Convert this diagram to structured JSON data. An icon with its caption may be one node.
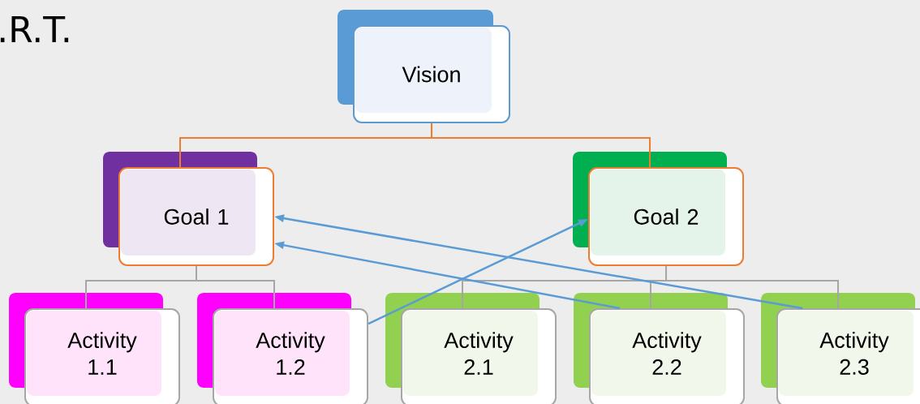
{
  "diagram": {
    "nodes": [
      {
        "text": [
          "Vision"
        ]
      },
      {
        "text": [
          "Goal 1"
        ]
      },
      {
        "text": [
          "Goal 2"
        ]
      },
      {
        "text": [
          "Activity 1.1"
        ]
      },
      {
        "text": [
          "Activity 1.2"
        ]
      },
      {
        "text": [
          "Activity 2.1"
        ]
      },
      {
        "text": [
          "Activity 2.2"
        ]
      },
      {
        "text": [
          "Activity 2.3"
        ]
      }
    ],
    "edges": [
      {
        "from": 0,
        "to": 1,
        "arrow": "none",
        "color": "#ed7d31"
      },
      {
        "from": 0,
        "to": 2,
        "arrow": "none",
        "color": "#ed7d31"
      },
      {
        "from": 1,
        "to": 3,
        "arrow": "none"
      },
      {
        "from": 1,
        "to": 4,
        "arrow": "none"
      },
      {
        "from": 2,
        "to": 5,
        "arrow": "none"
      },
      {
        "from": 2,
        "to": 6,
        "arrow": "none"
      },
      {
        "from": 2,
        "to": 7,
        "arrow": "none"
      },
      {
        "from": 4,
        "to": 2,
        "arrow": "to",
        "color": "#5b9bd5"
      },
      {
        "from": 6,
        "to": 1,
        "arrow": "to",
        "color": "#5b9bd5"
      },
      {
        "from": 7,
        "to": 1,
        "arrow": "to",
        "color": "#5b9bd5"
      }
    ],
    "labels": [
      ".R.T."
    ]
  }
}
